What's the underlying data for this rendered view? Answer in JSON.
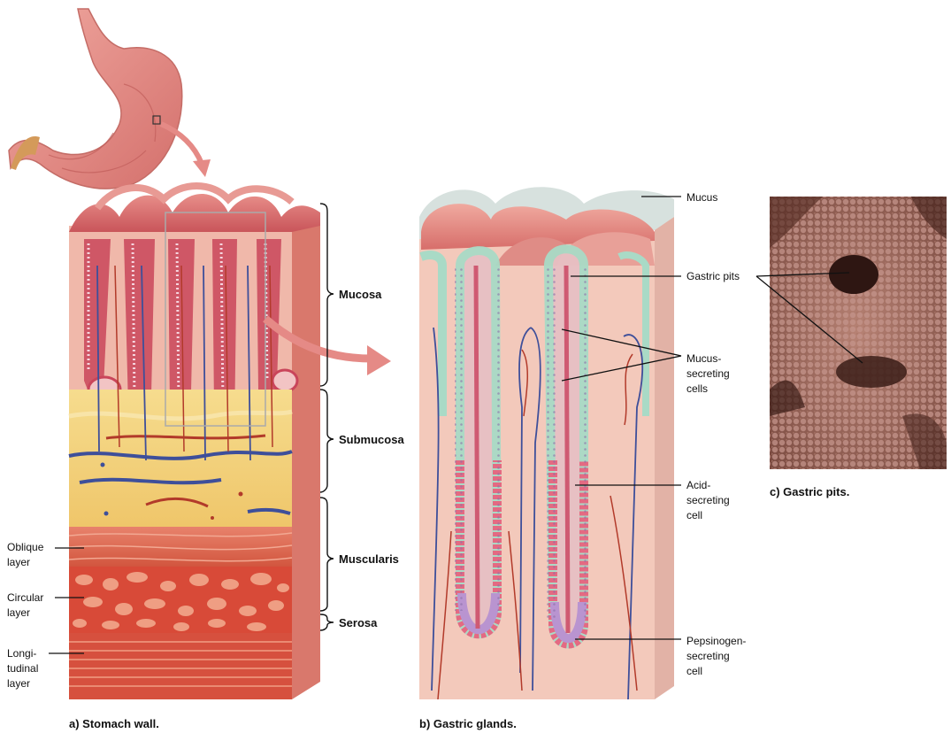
{
  "panel_a": {
    "caption": "a) Stomach wall.",
    "layers": {
      "mucosa": "Mucosa",
      "submucosa": "Submucosa",
      "muscularis": "Muscularis",
      "serosa": "Serosa"
    },
    "muscle_layers": {
      "oblique": "Oblique\nlayer",
      "circular": "Circular\nlayer",
      "longitudinal": "Longi-\ntudinal\nlayer"
    }
  },
  "panel_b": {
    "caption": "b) Gastric glands.",
    "labels": {
      "mucus": "Mucus",
      "gastric_pits": "Gastric pits",
      "mucus_secreting": "Mucus-\nsecreting\ncells",
      "acid_secreting": "Acid-\nsecreting\ncell",
      "pepsinogen_secreting": "Pepsinogen-\nsecreting\ncell"
    }
  },
  "panel_c": {
    "caption": "c) Gastric pits."
  },
  "colors": {
    "mucosa_pink": "#e8a4a0",
    "fold_red": "#c9555a",
    "submucosa_yellow": "#f3d27c",
    "muscle_red": "#d9604c",
    "vein_blue": "#3e4f9a",
    "artery_red": "#b23a2a",
    "photo_brown": "#8a5a4e"
  }
}
